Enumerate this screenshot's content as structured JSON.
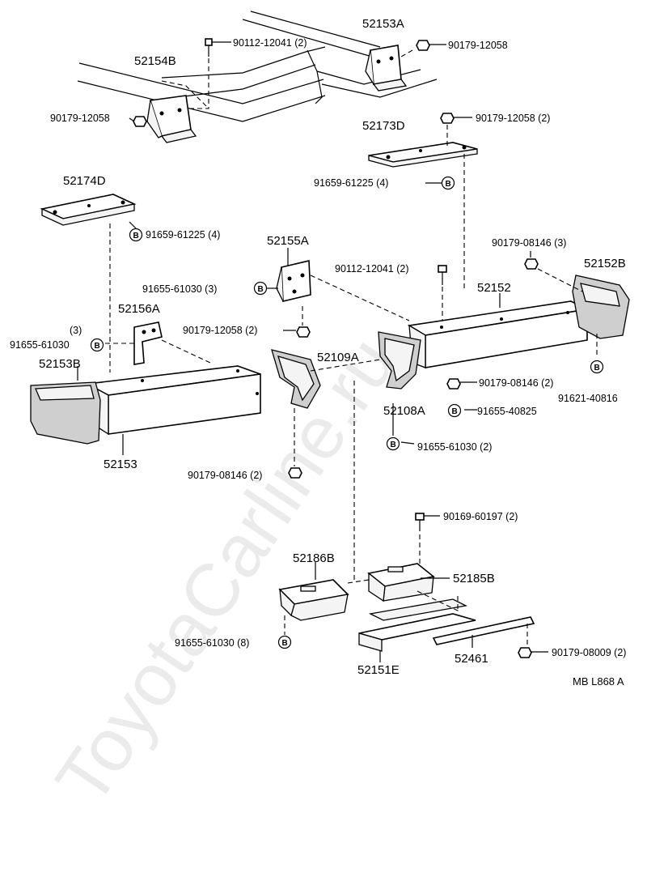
{
  "watermark": "ToyotaCarline.ru",
  "diagram_code": "MB   L868 A",
  "labels": {
    "p52153A": "52153A",
    "p90179_12058_top": "90179-12058",
    "p90112_12041_top": "90112-12041 (2)",
    "p52154B": "52154B",
    "p90179_12058_left": "90179-12058",
    "p52173D": "52173D",
    "p90179_12058_2": "90179-12058 (2)",
    "p91659_61225_4a": "91659-61225 (4)",
    "p52174D": "52174D",
    "p91659_61225_4b": "91659-61225 (4)",
    "p52155A": "52155A",
    "p90179_08146_3": "90179-08146 (3)",
    "p52152B": "52152B",
    "p90112_12041_2": "90112-12041 (2)",
    "p52152": "52152",
    "p91655_61030_3a": "91655-61030 (3)",
    "p52156A": "52156A",
    "p90179_12058_2b": "90179-12058 (2)",
    "p3": "(3)",
    "p91655_61030": "91655-61030",
    "p52153B": "52153B",
    "p52109A": "52109A",
    "p90179_08146_2a": "90179-08146 (2)",
    "p91621_40816": "91621-40816",
    "p52108A": "52108A",
    "p91655_40825": "91655-40825",
    "p52153": "52153",
    "p91655_61030_2": "91655-61030 (2)",
    "p90179_08146_2b": "90179-08146 (2)",
    "p90169_60197": "90169-60197 (2)",
    "p52186B": "52186B",
    "p52185B": "52185B",
    "p91655_61030_8": "91655-61030 (8)",
    "p90179_08009": "90179-08009 (2)",
    "p52151E": "52151E",
    "p52461": "52461",
    "b": "B"
  }
}
